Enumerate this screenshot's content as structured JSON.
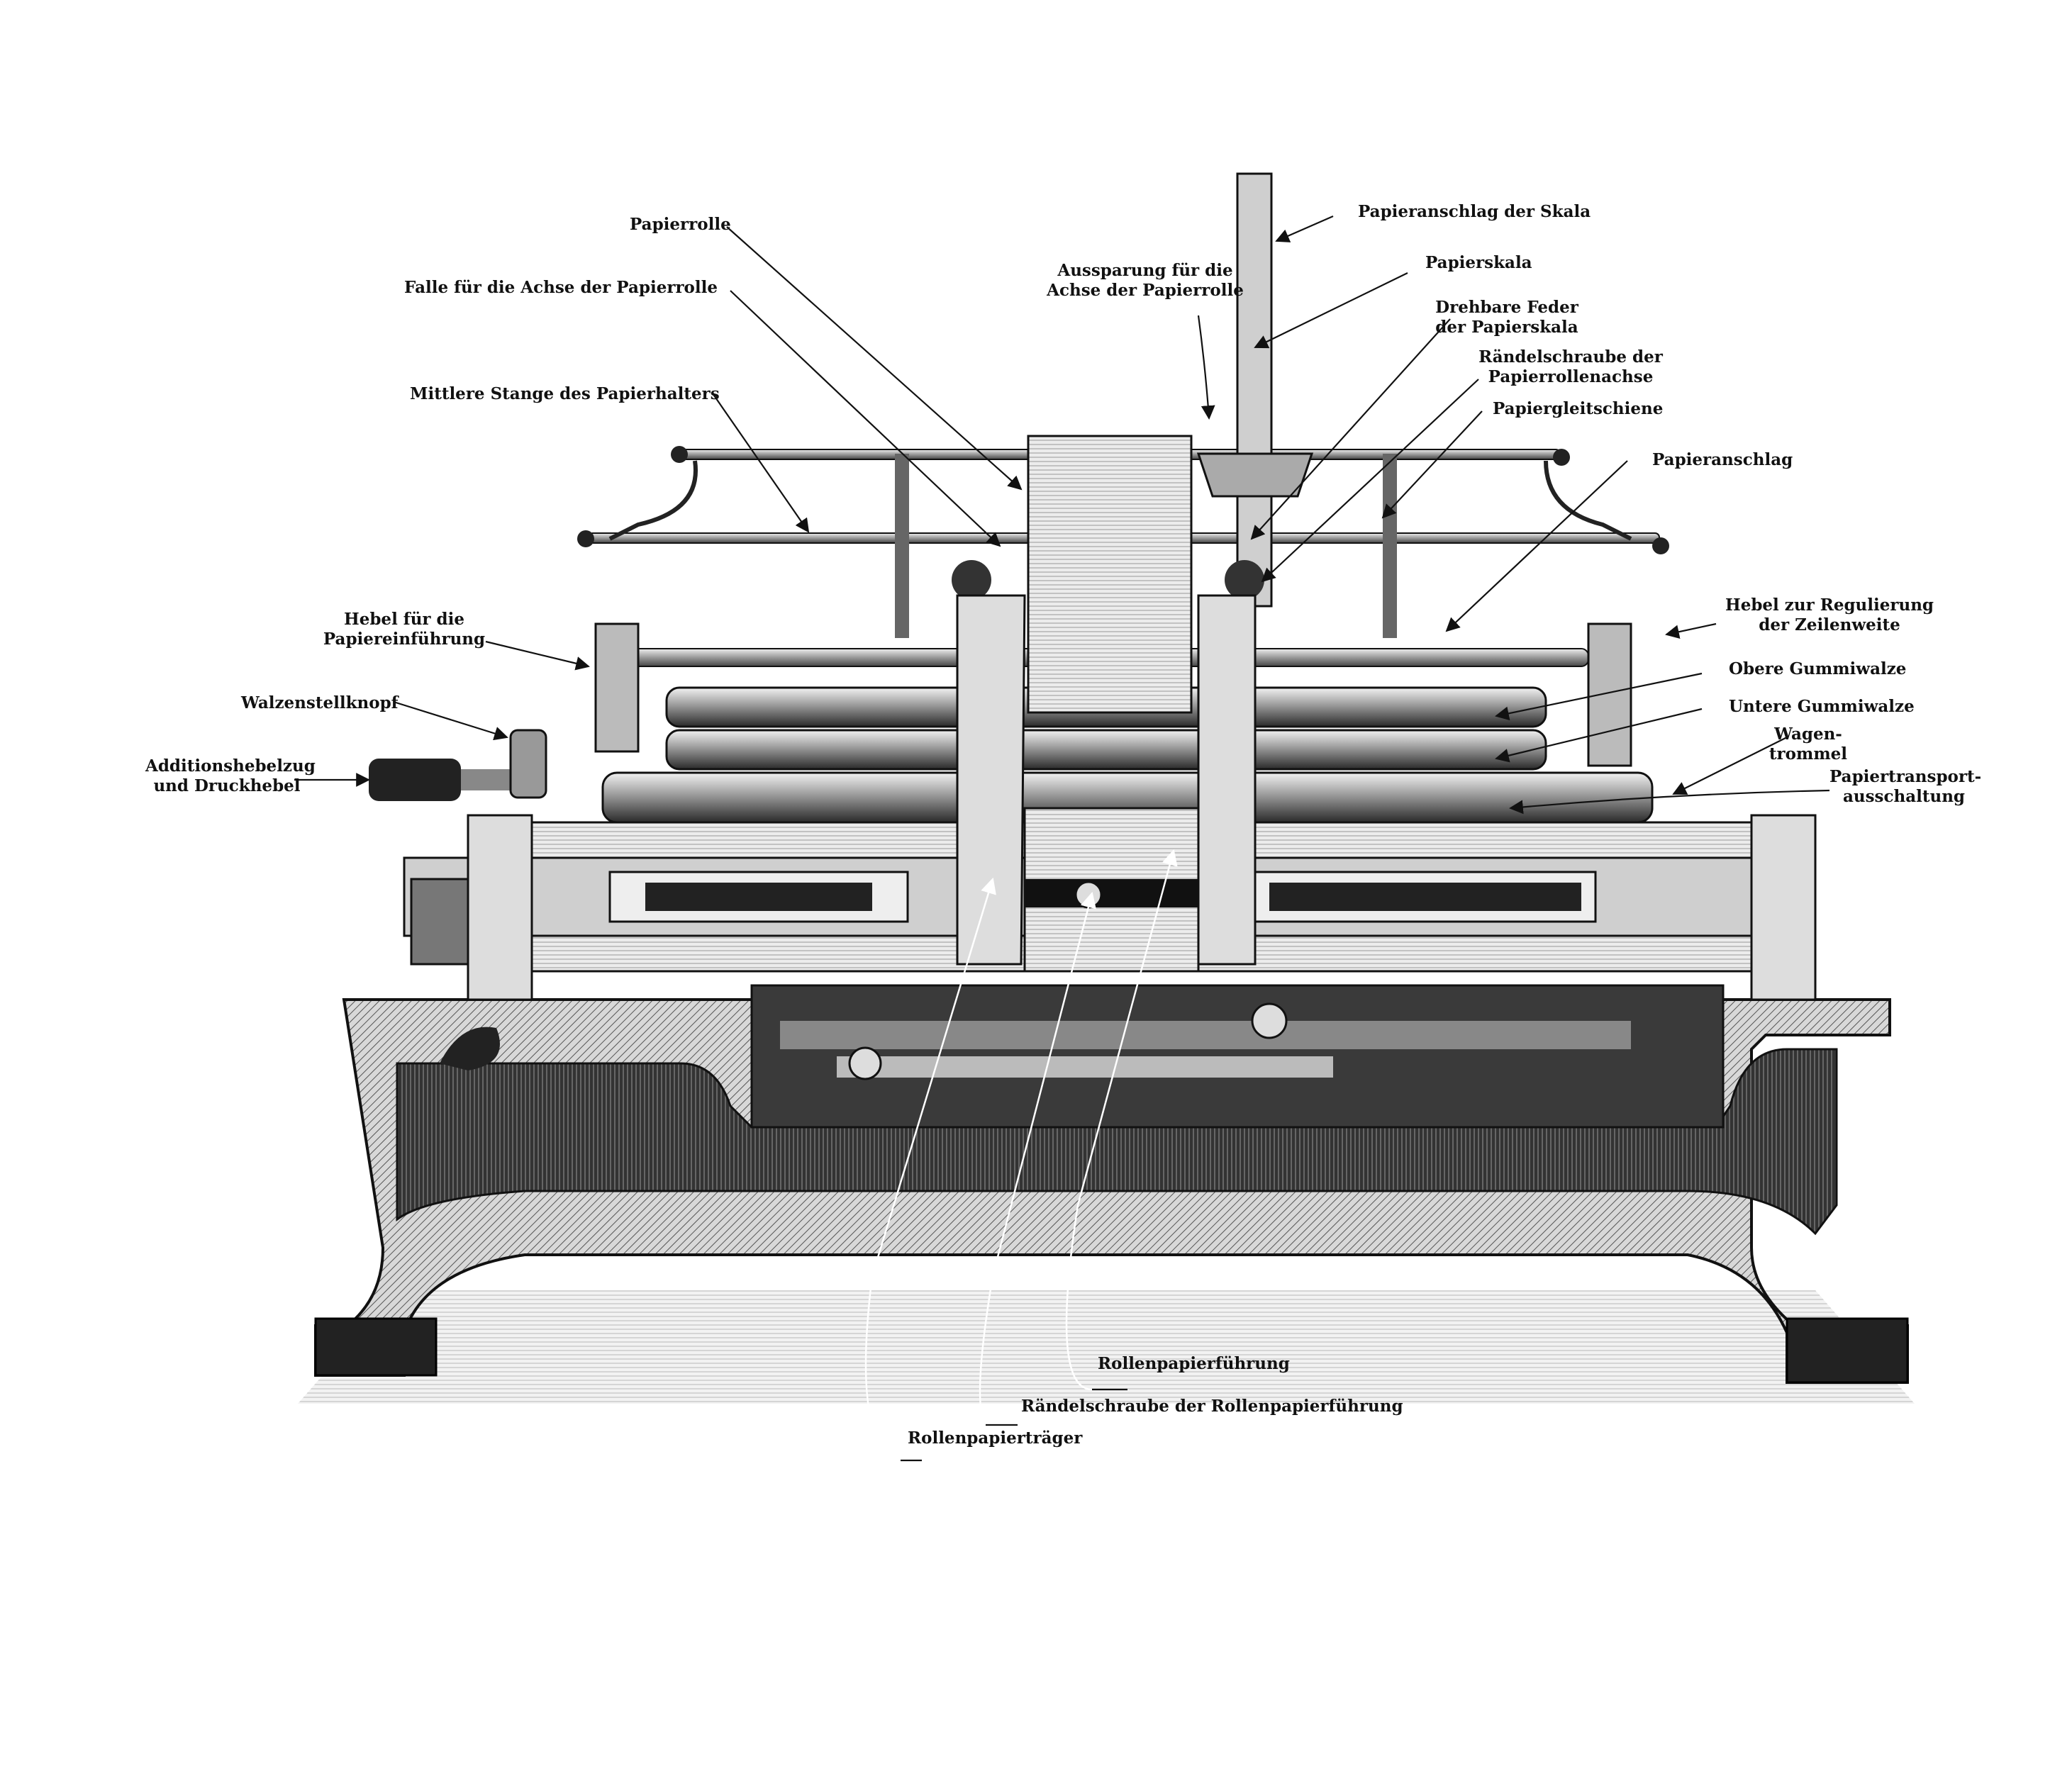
{
  "labels": {
    "papierrolle": "Papierrolle",
    "falle": "Falle für die Achse der Papierrolle",
    "mittlere_stange": "Mittlere Stange des Papierhalters",
    "aussparung": [
      "Aussparung für die",
      "Achse der Papierrolle"
    ],
    "papieranschlag_skala": "Papieranschlag der Skala",
    "papierskala": "Papierskala",
    "drehbare_feder": [
      "Drehbare Feder",
      "der Papierskala"
    ],
    "raendelschraube_achse": [
      "Rändelschraube der",
      "Papierrollenachse"
    ],
    "papiergleitschiene": "Papiergleitschiene",
    "papieranschlag": "Papieranschlag",
    "hebel_einfuehrung": [
      "Hebel für die",
      "Papiereinführung"
    ],
    "hebel_zeilenweite": [
      "Hebel zur Regulierung",
      "der Zeilenweite"
    ],
    "obere_gummiwalze": "Obere Gummiwalze",
    "walzenstellknopf": "Walzenstellknopf",
    "untere_gummiwalze": "Untere Gummiwalze",
    "wagentrommel": [
      "Wagen-",
      "trommel"
    ],
    "additionshebel": [
      "Additionshebelzug",
      "und Druckhebel"
    ],
    "papiertransport": [
      "Papiertransport-",
      "ausschaltung"
    ],
    "rollenpapierfuehrung": "Rollenpapierführung",
    "raendelschraube_rollen": "Rändelschraube der Rollenpapierführung",
    "rollenpapiertraeger": "Rollenpapierträger"
  }
}
